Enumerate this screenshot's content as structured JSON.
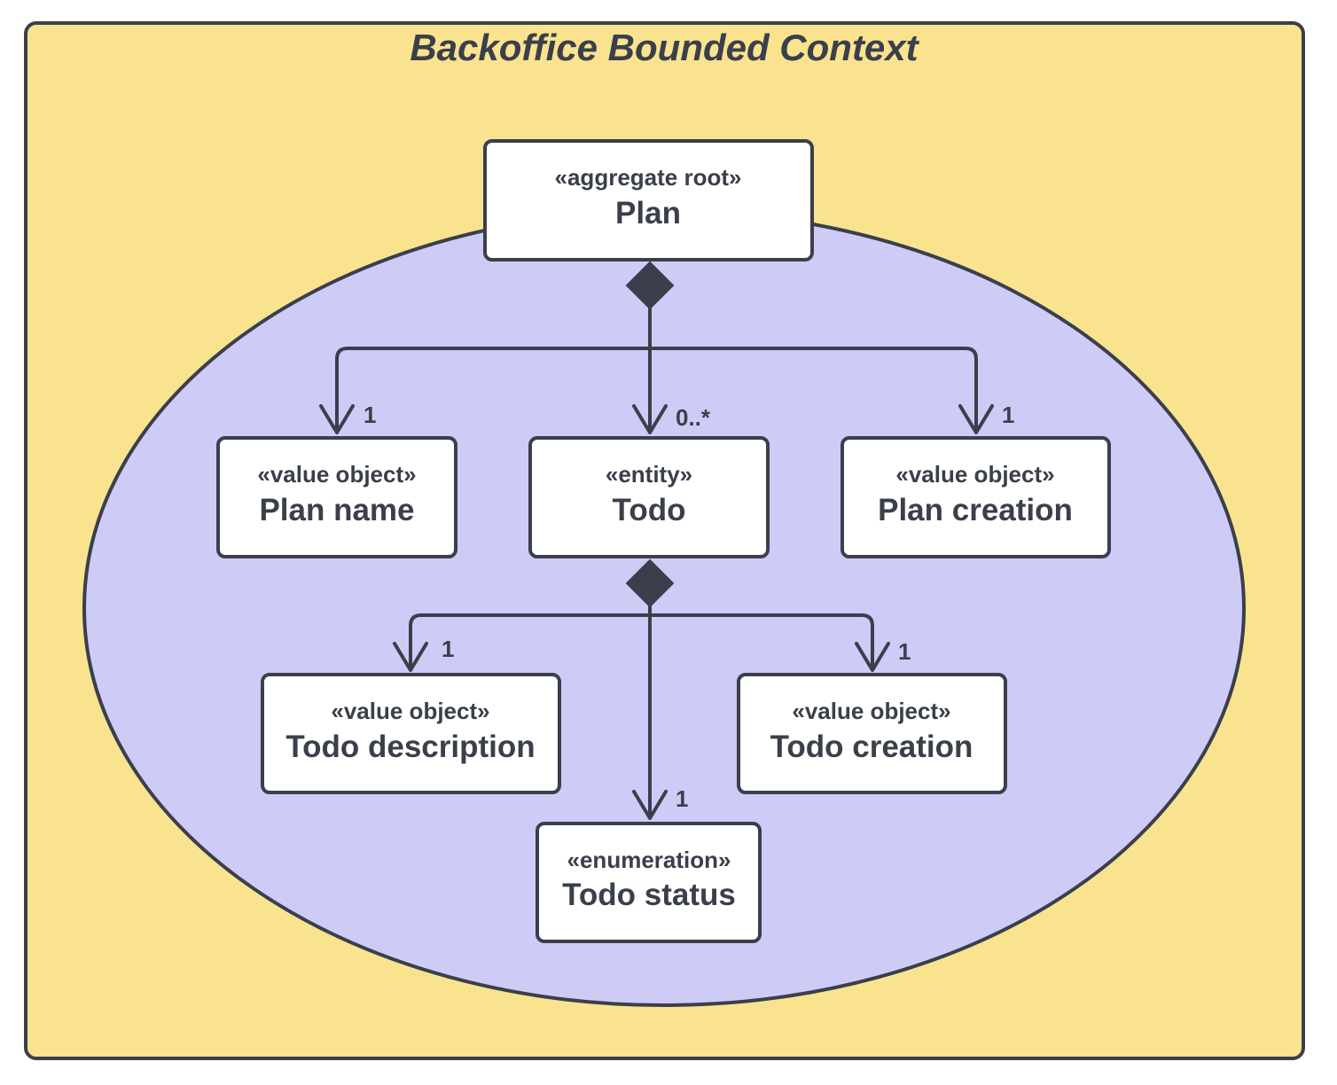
{
  "context": {
    "title": "Backoffice Bounded Context",
    "background_color": "#f9e38f",
    "aggregate_area_color": "#cfcbf7",
    "line_color": "#3a3f4b"
  },
  "nodes": {
    "plan": {
      "stereotype": "«aggregate root»",
      "name": "Plan"
    },
    "plan_name": {
      "stereotype": "«value object»",
      "name": "Plan name"
    },
    "todo": {
      "stereotype": "«entity»",
      "name": "Todo"
    },
    "plan_creation": {
      "stereotype": "«value object»",
      "name": "Plan creation"
    },
    "todo_description": {
      "stereotype": "«value object»",
      "name": "Todo description"
    },
    "todo_creation": {
      "stereotype": "«value object»",
      "name": "Todo creation"
    },
    "todo_status": {
      "stereotype": "«enumeration»",
      "name": "Todo status"
    }
  },
  "relations": {
    "plan_to_plan_name": {
      "type": "composition",
      "multiplicity": "1"
    },
    "plan_to_todo": {
      "type": "composition",
      "multiplicity": "0..*"
    },
    "plan_to_plan_creation": {
      "type": "composition",
      "multiplicity": "1"
    },
    "todo_to_todo_description": {
      "type": "composition",
      "multiplicity": "1"
    },
    "todo_to_todo_status": {
      "type": "composition",
      "multiplicity": "1"
    },
    "todo_to_todo_creation": {
      "type": "composition",
      "multiplicity": "1"
    }
  }
}
